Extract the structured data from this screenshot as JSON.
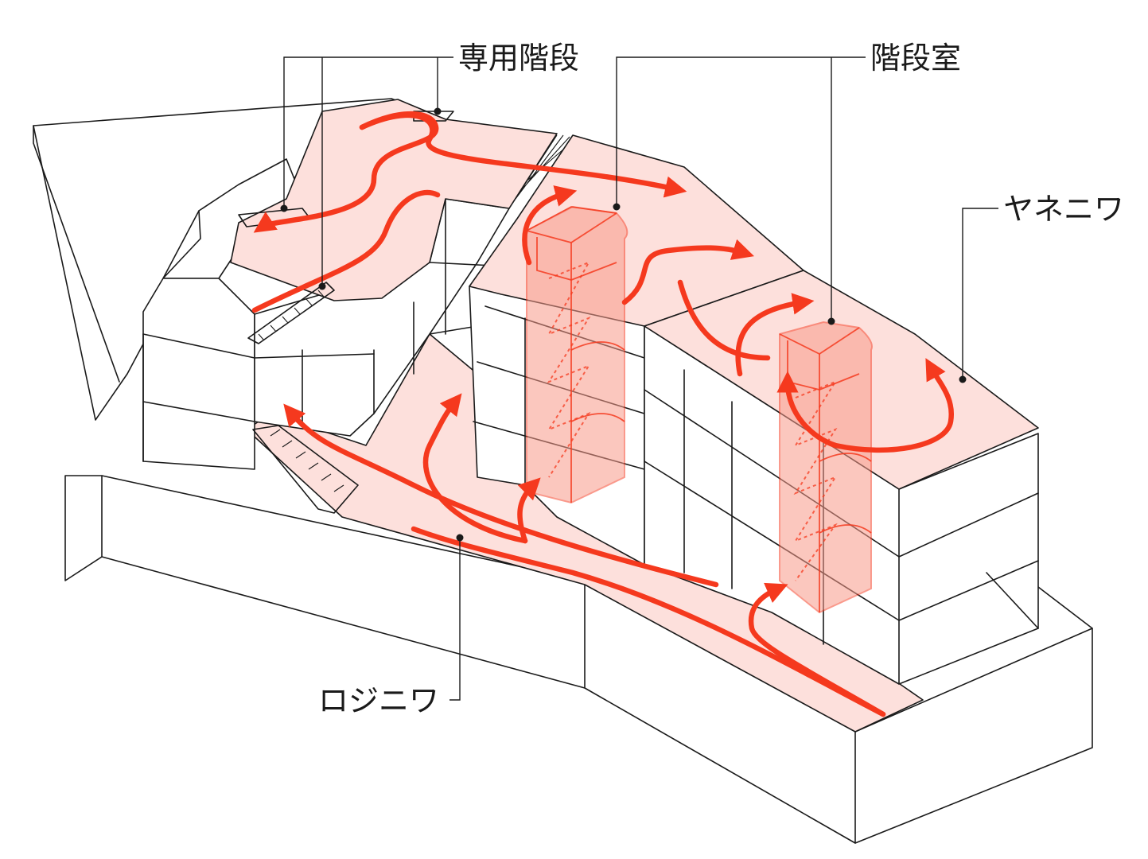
{
  "labels": {
    "private_stairs": "専用階段",
    "stairwell": "階段室",
    "roof_garden": "ヤネニワ",
    "alley_garden": "ロジニワ"
  },
  "colors": {
    "accent": "#f5391e",
    "pink_fill": "#fde0dc",
    "core_fill": "#f89a8a",
    "line": "#1a1a1a"
  }
}
